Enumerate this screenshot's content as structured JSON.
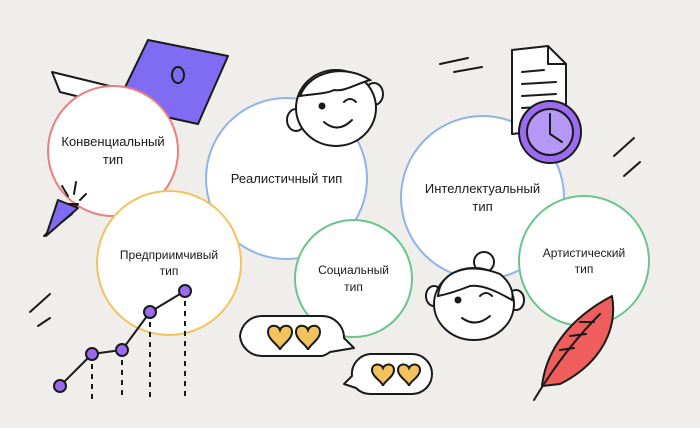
{
  "types": [
    {
      "key": "conventional",
      "label": "Конвенциальный\nтип",
      "color": "#ef7d7d"
    },
    {
      "key": "enterprising",
      "label": "Предприимчивый\nтип",
      "color": "#f2c35d"
    },
    {
      "key": "realistic",
      "label": "Реалистичный тип",
      "color": "#8fb3ea"
    },
    {
      "key": "social",
      "label": "Социальный\nтип",
      "color": "#6cc38e"
    },
    {
      "key": "intellectual",
      "label": "Интеллектуальный\nтип",
      "color": "#8fb3ea"
    },
    {
      "key": "artistic",
      "label": "Артистический\nтип",
      "color": "#6cc38e"
    }
  ],
  "icons": {
    "laptop": "laptop-icon",
    "cursor": "cursor-icon",
    "growth": "growth-chart-icon",
    "face_boy": "face-boy-icon",
    "face_girl": "face-girl-icon",
    "document": "document-icon",
    "clock": "clock-icon",
    "hearts": "hearts-speech-bubble-icon",
    "feather": "feather-icon"
  },
  "colors": {
    "accent_purple": "#9b6cf2",
    "heart_yellow": "#f2c35d",
    "feather_red": "#ef5d5d",
    "background": "#efeeea"
  }
}
